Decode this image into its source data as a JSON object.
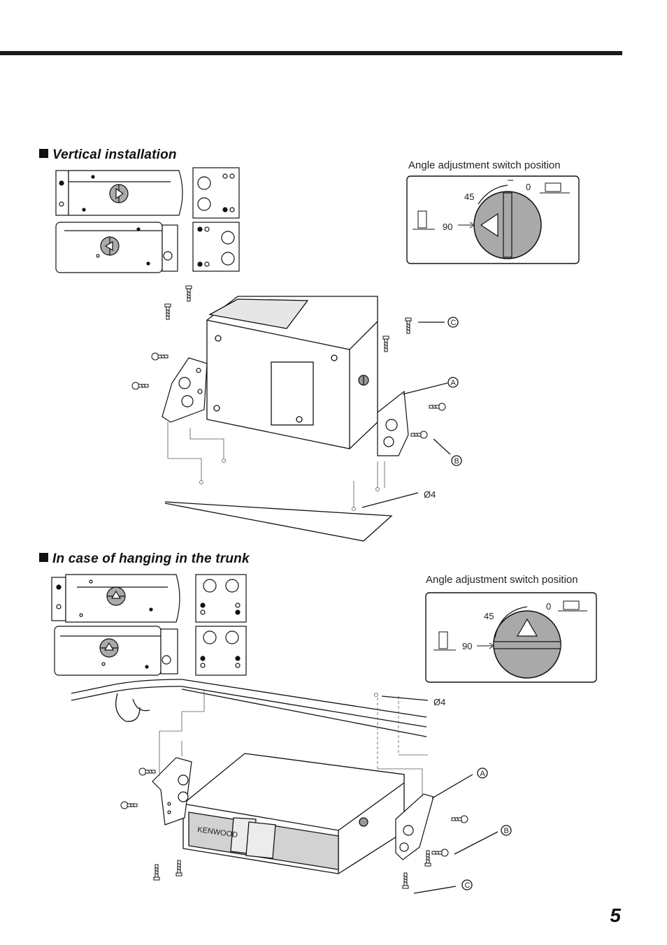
{
  "page_number": "5",
  "sections": [
    {
      "title": "Vertical installation",
      "switch_caption": "Angle adjustment switch position",
      "dial_labels": {
        "zero": "0",
        "forty_five": "45",
        "ninety": "90"
      },
      "callouts": {
        "c": "C",
        "a": "A",
        "b": "B",
        "hole": "Ø4"
      }
    },
    {
      "title": "In case of hanging in the trunk",
      "switch_caption": "Angle adjustment switch position",
      "dial_labels": {
        "zero": "0",
        "forty_five": "45",
        "ninety": "90"
      },
      "callouts": {
        "a": "A",
        "b": "B",
        "c": "C",
        "hole": "Ø4"
      },
      "brand": "KENWOOD"
    }
  ]
}
